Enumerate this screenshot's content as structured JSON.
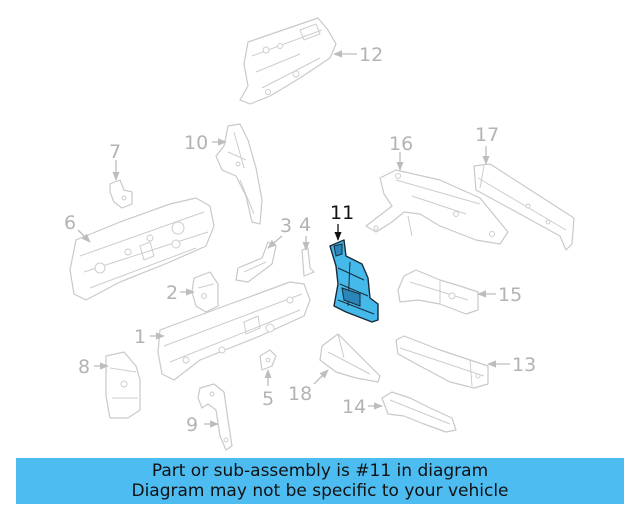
{
  "callouts": [
    {
      "num": "12"
    },
    {
      "num": "16"
    },
    {
      "num": "17"
    },
    {
      "num": "10"
    },
    {
      "num": "7"
    },
    {
      "num": "6"
    },
    {
      "num": "3"
    },
    {
      "num": "4"
    },
    {
      "num": "11"
    },
    {
      "num": "2"
    },
    {
      "num": "15"
    },
    {
      "num": "1"
    },
    {
      "num": "13"
    },
    {
      "num": "8"
    },
    {
      "num": "18"
    },
    {
      "num": "5"
    },
    {
      "num": "14"
    },
    {
      "num": "9"
    }
  ],
  "highlight": {
    "part_number": "11",
    "color": "#45b9e9",
    "outline": "#1a2a3a"
  },
  "banner": {
    "line1": "Part or sub-assembly is #11 in diagram",
    "line2": "Diagram may not be specific to your vehicle",
    "background": "#4dbcf1"
  }
}
